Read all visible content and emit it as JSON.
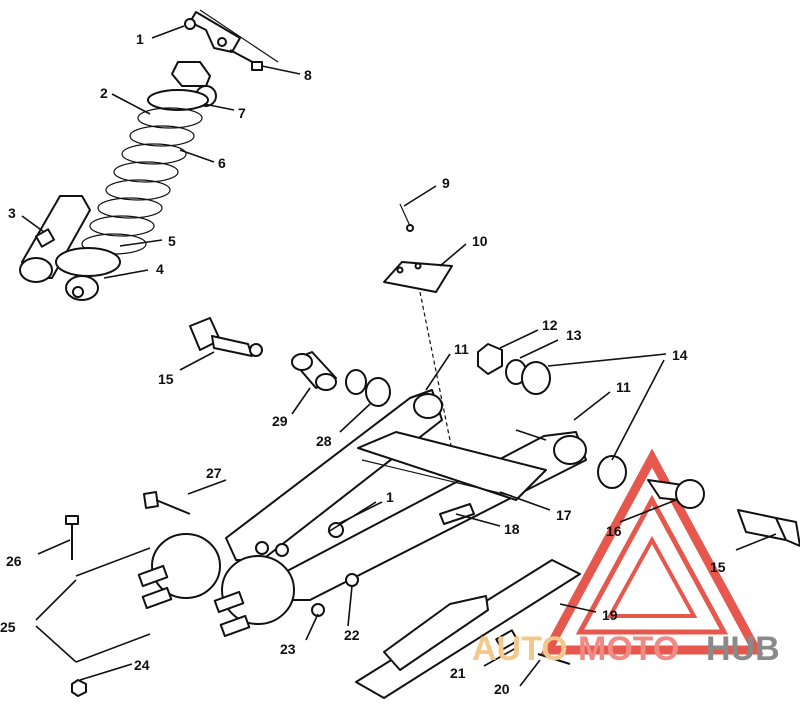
{
  "callouts": [
    {
      "id": "c1a",
      "label": "1"
    },
    {
      "id": "c1b",
      "label": "1"
    },
    {
      "id": "c2",
      "label": "2"
    },
    {
      "id": "c3",
      "label": "3"
    },
    {
      "id": "c4",
      "label": "4"
    },
    {
      "id": "c5",
      "label": "5"
    },
    {
      "id": "c6",
      "label": "6"
    },
    {
      "id": "c7",
      "label": "7"
    },
    {
      "id": "c8",
      "label": "8"
    },
    {
      "id": "c9",
      "label": "9"
    },
    {
      "id": "c10",
      "label": "10"
    },
    {
      "id": "c11a",
      "label": "11"
    },
    {
      "id": "c11b",
      "label": "11"
    },
    {
      "id": "c12",
      "label": "12"
    },
    {
      "id": "c13",
      "label": "13"
    },
    {
      "id": "c14",
      "label": "14"
    },
    {
      "id": "c15a",
      "label": "15"
    },
    {
      "id": "c15b",
      "label": "15"
    },
    {
      "id": "c16",
      "label": "16"
    },
    {
      "id": "c17",
      "label": "17"
    },
    {
      "id": "c18",
      "label": "18"
    },
    {
      "id": "c19",
      "label": "19"
    },
    {
      "id": "c20",
      "label": "20"
    },
    {
      "id": "c21",
      "label": "21"
    },
    {
      "id": "c22",
      "label": "22"
    },
    {
      "id": "c23",
      "label": "23"
    },
    {
      "id": "c24",
      "label": "24"
    },
    {
      "id": "c25",
      "label": "25"
    },
    {
      "id": "c26",
      "label": "26"
    },
    {
      "id": "c27",
      "label": "27"
    },
    {
      "id": "c28",
      "label": "28"
    },
    {
      "id": "c29",
      "label": "29"
    }
  ],
  "watermark": {
    "part1": "AUTO",
    "part2": "MOTO",
    "part3": "HUB",
    "colors": {
      "auto": "#f3c88a",
      "moto": "#f08a84",
      "hub": "#8a8a8a",
      "triangle": "#e23b2e"
    }
  }
}
